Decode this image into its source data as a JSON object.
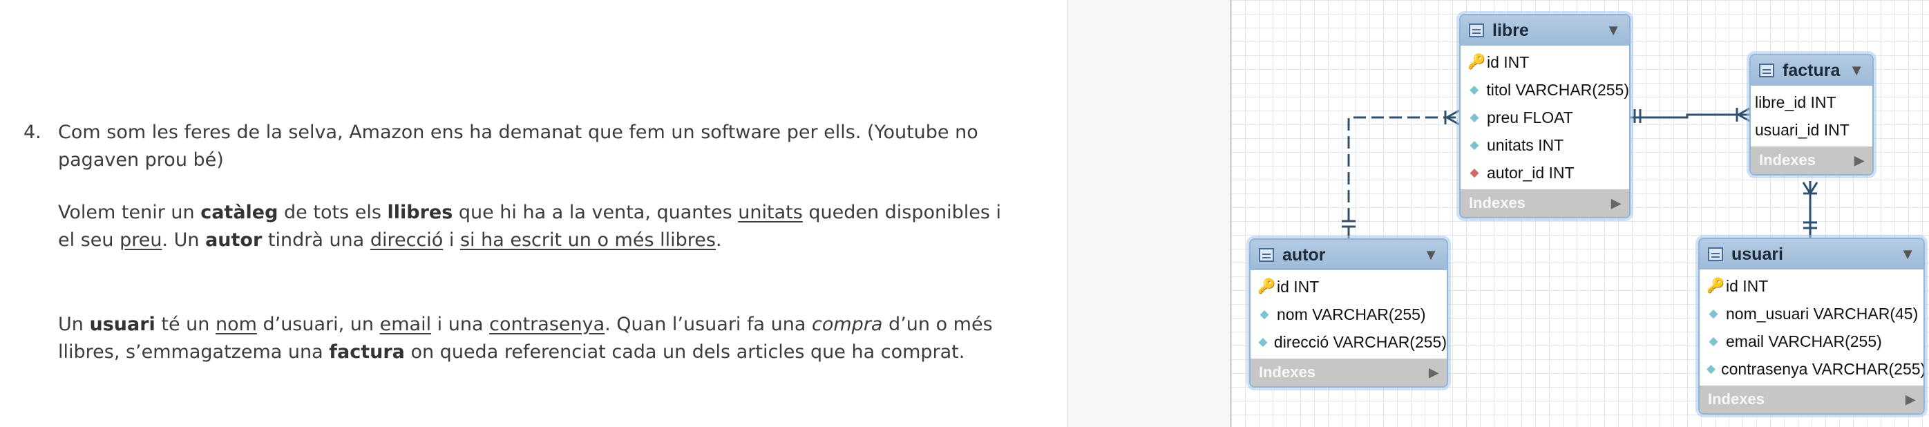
{
  "document": {
    "item_number": "4.",
    "p1": {
      "text": "Com som les feres de la selva, Amazon ens ha demanat que fem un software per ells. (Youtube no pagaven prou bé)"
    },
    "p2": {
      "t1": "Volem tenir un ",
      "b1": "catàleg",
      "t2": " de tots els ",
      "b2": "llibres",
      "t3": " que hi ha a la venta, quantes ",
      "u1": "unitats",
      "t4": " queden disponibles i el seu ",
      "u2": "preu",
      "t5": ". Un ",
      "b3": "autor",
      "t6": " tindrà una ",
      "u3": "direcció",
      "t7": " i ",
      "u4": "si ha escrit un o més llibres",
      "t8": "."
    },
    "p3": {
      "t1": "Un ",
      "b1": "usuari",
      "t2": " té un ",
      "u1": "nom",
      "t3": " d’usuari, un ",
      "u2": "email",
      "t4": " i una ",
      "u3": "contrasenya",
      "t5": ". Quan l’usuari fa una ",
      "i1": "compra",
      "t6": " d’un o més llibres, s’emmagatzema una ",
      "b2": "factura",
      "t7": " on queda referenciat cada un dels articles que ha comprat."
    }
  },
  "diagram": {
    "indexes_label": "Indexes",
    "tables": {
      "libre": {
        "name": "libre",
        "columns": [
          {
            "icon": "primary-key-icon",
            "text": "id INT"
          },
          {
            "icon": "attribute-diamond-icon",
            "text": "titol VARCHAR(255)"
          },
          {
            "icon": "attribute-diamond-icon",
            "text": "preu FLOAT"
          },
          {
            "icon": "attribute-diamond-icon",
            "text": "unitats INT"
          },
          {
            "icon": "foreign-key-diamond-icon",
            "text": "autor_id INT"
          }
        ]
      },
      "factura": {
        "name": "factura",
        "columns": [
          {
            "icon": "none",
            "text": "libre_id INT"
          },
          {
            "icon": "none",
            "text": "usuari_id INT"
          }
        ]
      },
      "autor": {
        "name": "autor",
        "columns": [
          {
            "icon": "primary-key-icon",
            "text": "id INT"
          },
          {
            "icon": "attribute-diamond-icon",
            "text": "nom VARCHAR(255)"
          },
          {
            "icon": "attribute-diamond-icon",
            "text": "direcció VARCHAR(255)"
          }
        ]
      },
      "usuari": {
        "name": "usuari",
        "columns": [
          {
            "icon": "primary-key-icon",
            "text": "id INT"
          },
          {
            "icon": "attribute-diamond-icon",
            "text": "nom_usuari VARCHAR(45)"
          },
          {
            "icon": "attribute-diamond-icon",
            "text": "email VARCHAR(255)"
          },
          {
            "icon": "attribute-diamond-icon",
            "text": "contrasenya VARCHAR(255)"
          }
        ]
      }
    },
    "colors": {
      "header": "#9dbad7",
      "border": "#8fb4d8",
      "indexes_bar": "#c6c6c6",
      "relationship_line": "#2f4f6f"
    }
  }
}
